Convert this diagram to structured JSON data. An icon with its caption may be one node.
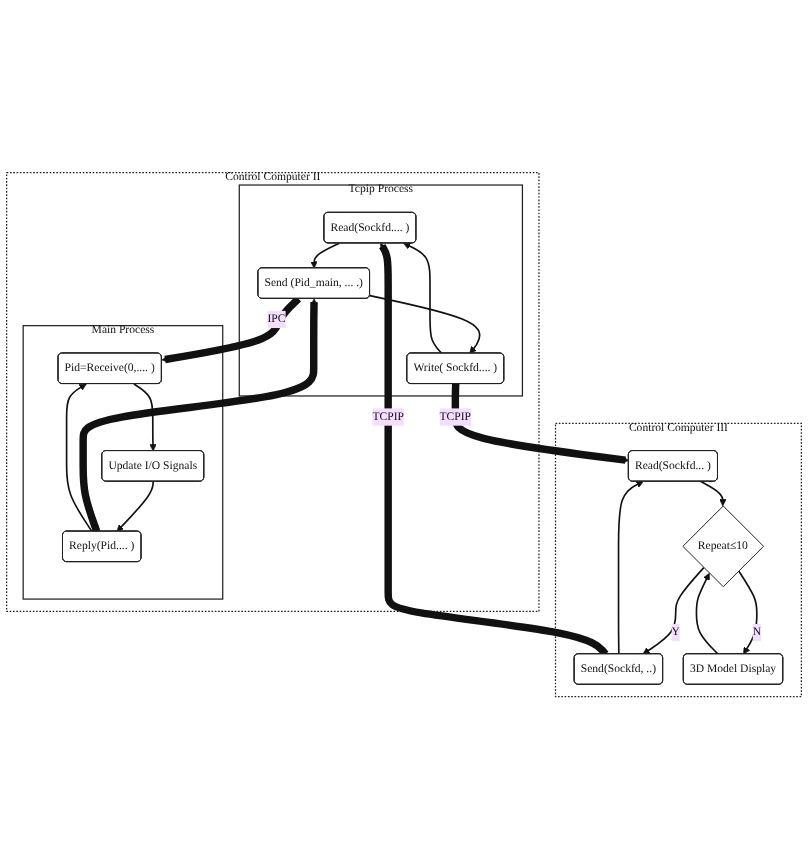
{
  "diagram": {
    "nodes": [
      {
        "text": [
          "Control Computer II"
        ]
      },
      {
        "text": [
          "Tcpip Process"
        ],
        "in": 0
      },
      {
        "text": [
          "Read(Sockfd.... )"
        ],
        "in": 1
      },
      {
        "text": [
          "Send (Pid_main, ... .)"
        ],
        "in": 1
      },
      {
        "text": [
          "Write( Sockfd.... )"
        ],
        "in": 1
      },
      {
        "text": [
          "Main Process"
        ],
        "in": 0
      },
      {
        "text": [
          "Pid=Receive(0,.... )"
        ],
        "in": 5
      },
      {
        "text": [
          "Update I/O Signals"
        ],
        "in": 5
      },
      {
        "text": [
          "Reply(Pid.... )"
        ],
        "in": 5
      },
      {
        "text": [
          "Control Computer III"
        ]
      },
      {
        "text": [
          "Repeat≤10"
        ],
        "in": 9
      },
      {
        "text": [
          "Send(Sockfd, ..)"
        ],
        "in": 9
      },
      {
        "text": [
          "Read(Sockfd... )"
        ],
        "in": 9
      },
      {
        "text": [
          "3D Model Display"
        ],
        "in": 9
      }
    ],
    "edges": [
      {
        "from": 2,
        "to": 3,
        "arrow": "to"
      },
      {
        "from": 3,
        "to": 4,
        "arrow": "to"
      },
      {
        "from": 4,
        "to": 2,
        "arrow": "to"
      },
      {
        "from": 3,
        "to": 6,
        "arrow": "to",
        "style": "thick",
        "label": "IPC"
      },
      {
        "from": 8,
        "to": 3,
        "arrow": "to",
        "style": "thick"
      },
      {
        "from": 6,
        "to": 7,
        "arrow": "to"
      },
      {
        "from": 7,
        "to": 8,
        "arrow": "to"
      },
      {
        "from": 8,
        "to": 6,
        "arrow": "to"
      },
      {
        "from": 10,
        "to": 11,
        "arrow": "to",
        "label": "Y"
      },
      {
        "from": 10,
        "to": 13,
        "arrow": "to",
        "label": "N"
      },
      {
        "from": 11,
        "to": 12,
        "arrow": "to"
      },
      {
        "from": 12,
        "to": 10,
        "arrow": "to"
      },
      {
        "from": 13,
        "to": 10,
        "arrow": "to"
      },
      {
        "from": 11,
        "to": 2,
        "arrow": "to",
        "style": "thick",
        "label": "TCPIP"
      },
      {
        "from": 4,
        "to": 12,
        "arrow": "to",
        "style": "thick",
        "label": "TCPIP"
      }
    ]
  }
}
